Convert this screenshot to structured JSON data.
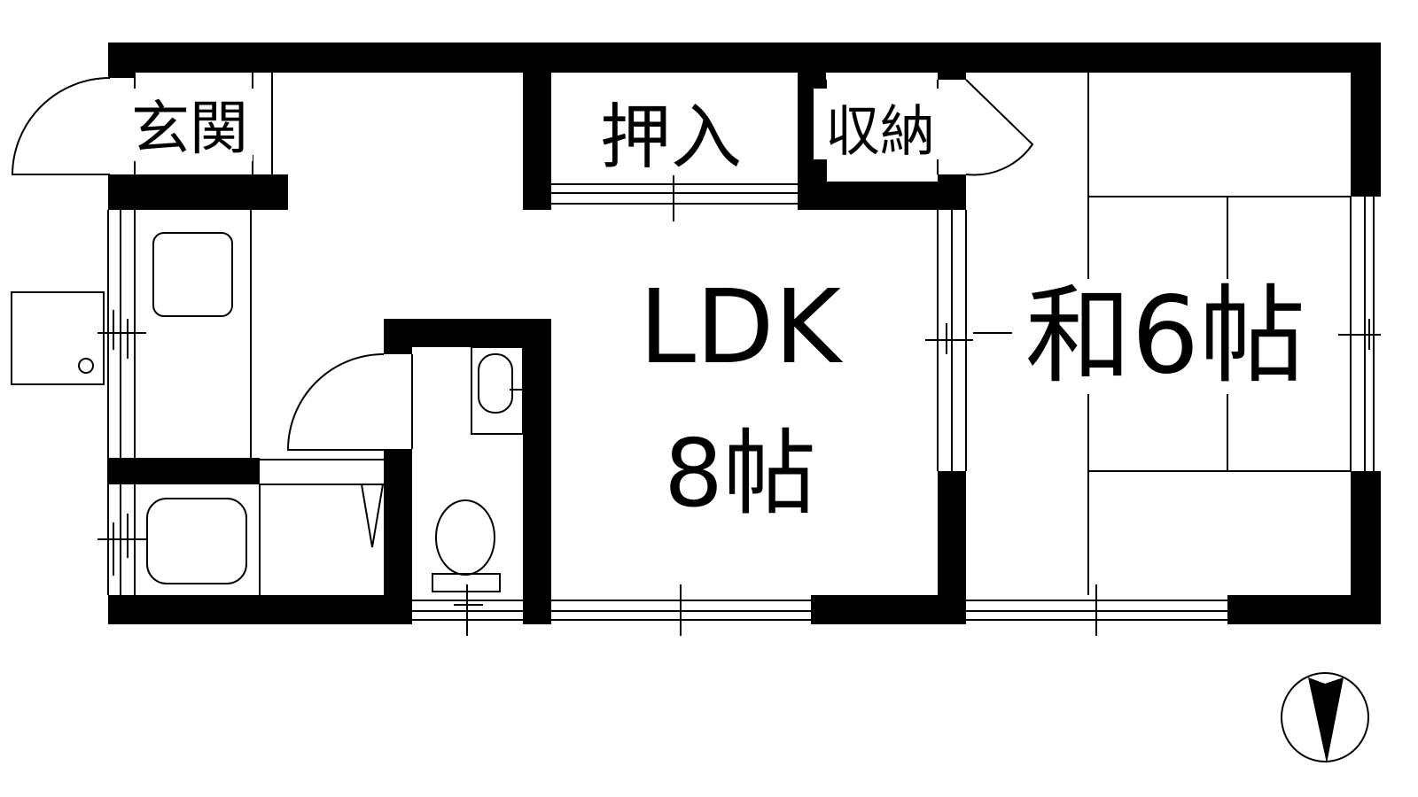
{
  "floor_plan": {
    "rooms": {
      "entrance": "玄関",
      "closet_oshiire": "押入",
      "storage": "収納",
      "ldk_name": "LDK",
      "ldk_size": "8帖",
      "japanese_room": "和6帖"
    },
    "compass": {
      "direction": "north-arrow-icon"
    },
    "colors": {
      "wall": "#000000",
      "background": "#ffffff"
    }
  }
}
